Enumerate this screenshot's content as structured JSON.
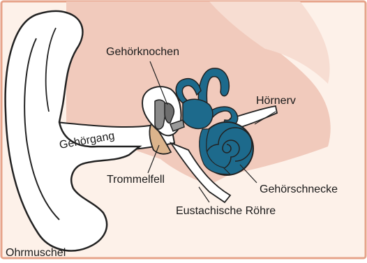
{
  "diagram": {
    "colors": {
      "background": "#fdf1e9",
      "border": "#e6a38a",
      "skin": "#f1cabc",
      "skin_light": "#f7ddd2",
      "outline": "#222222",
      "cochlea": "#1d6a8c",
      "eardrum": "#dcb48c",
      "ossicle": "#8a8a8a",
      "white": "#ffffff"
    },
    "labels": {
      "ossicles": "Gehörknochen",
      "auditory_nerve": "Hörnerv",
      "ear_canal": "Gehörgang",
      "eardrum": "Trommelfell",
      "cochlea": "Gehörschnecke",
      "eustachian_tube": "Eustachische Röhre",
      "outer_ear": "Ohrmuschel"
    }
  }
}
